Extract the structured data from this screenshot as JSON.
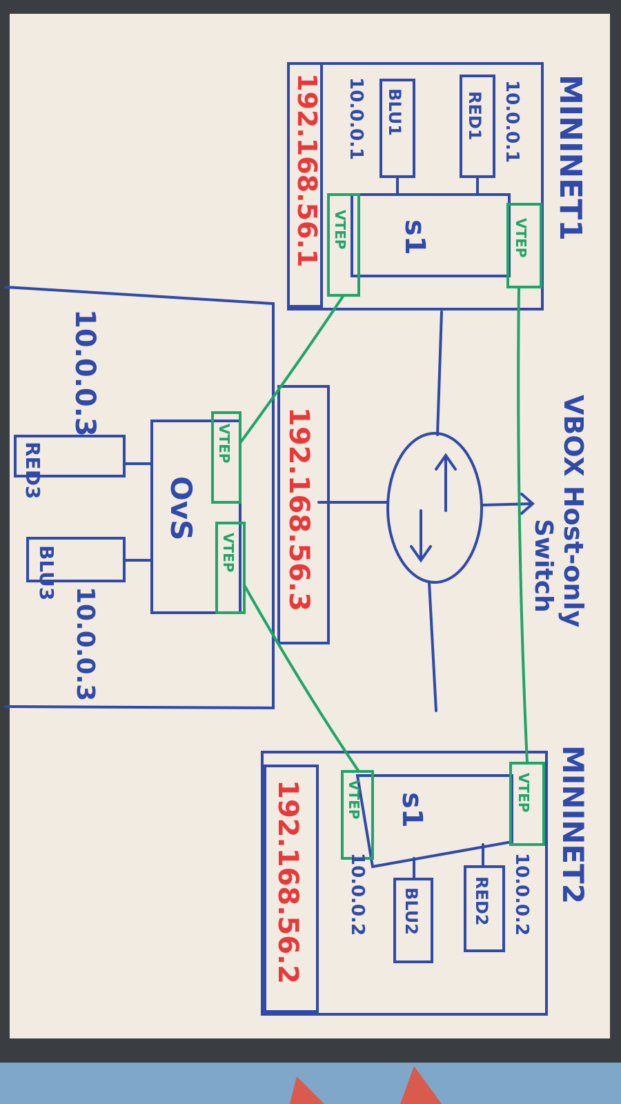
{
  "colors": {
    "ink": "#2f4aa8",
    "tunnel": "#1fa567",
    "ip_red": "#e8393a",
    "board": "#f2ebe2",
    "frame": "#3a3e42"
  },
  "mininet1": {
    "title": "MININET1",
    "mgmt_ip": "192.168.56.1",
    "switch": "s1",
    "host_red": {
      "label": "RED1",
      "ip": "10.0.0.1"
    },
    "host_blue": {
      "label": "BLU1",
      "ip": "10.0.0.1"
    },
    "vtep_left": "VTEP",
    "vtep_right": "VTEP"
  },
  "vbox": {
    "title": "VBOX Host-only",
    "subtitle": "Switch"
  },
  "central": {
    "mgmt_ip": "192.168.56.3",
    "switch": "OvS",
    "host_red": {
      "label": "RED3",
      "ip": "10.0.0.3"
    },
    "host_blue": {
      "label": "BLU3",
      "ip": "10.0.0.3"
    },
    "vtep_a": "VTEP",
    "vtep_b": "VTEP"
  },
  "mininet2": {
    "title": "MININET2",
    "mgmt_ip": "192.168.56.2",
    "switch": "s1",
    "host_red": {
      "label": "RED2",
      "ip": "10.0.0.2"
    },
    "host_blue": {
      "label": "BLU2",
      "ip": "10.0.0.2"
    },
    "vtep_left": "VTEP",
    "vtep_right": "VTEP"
  }
}
